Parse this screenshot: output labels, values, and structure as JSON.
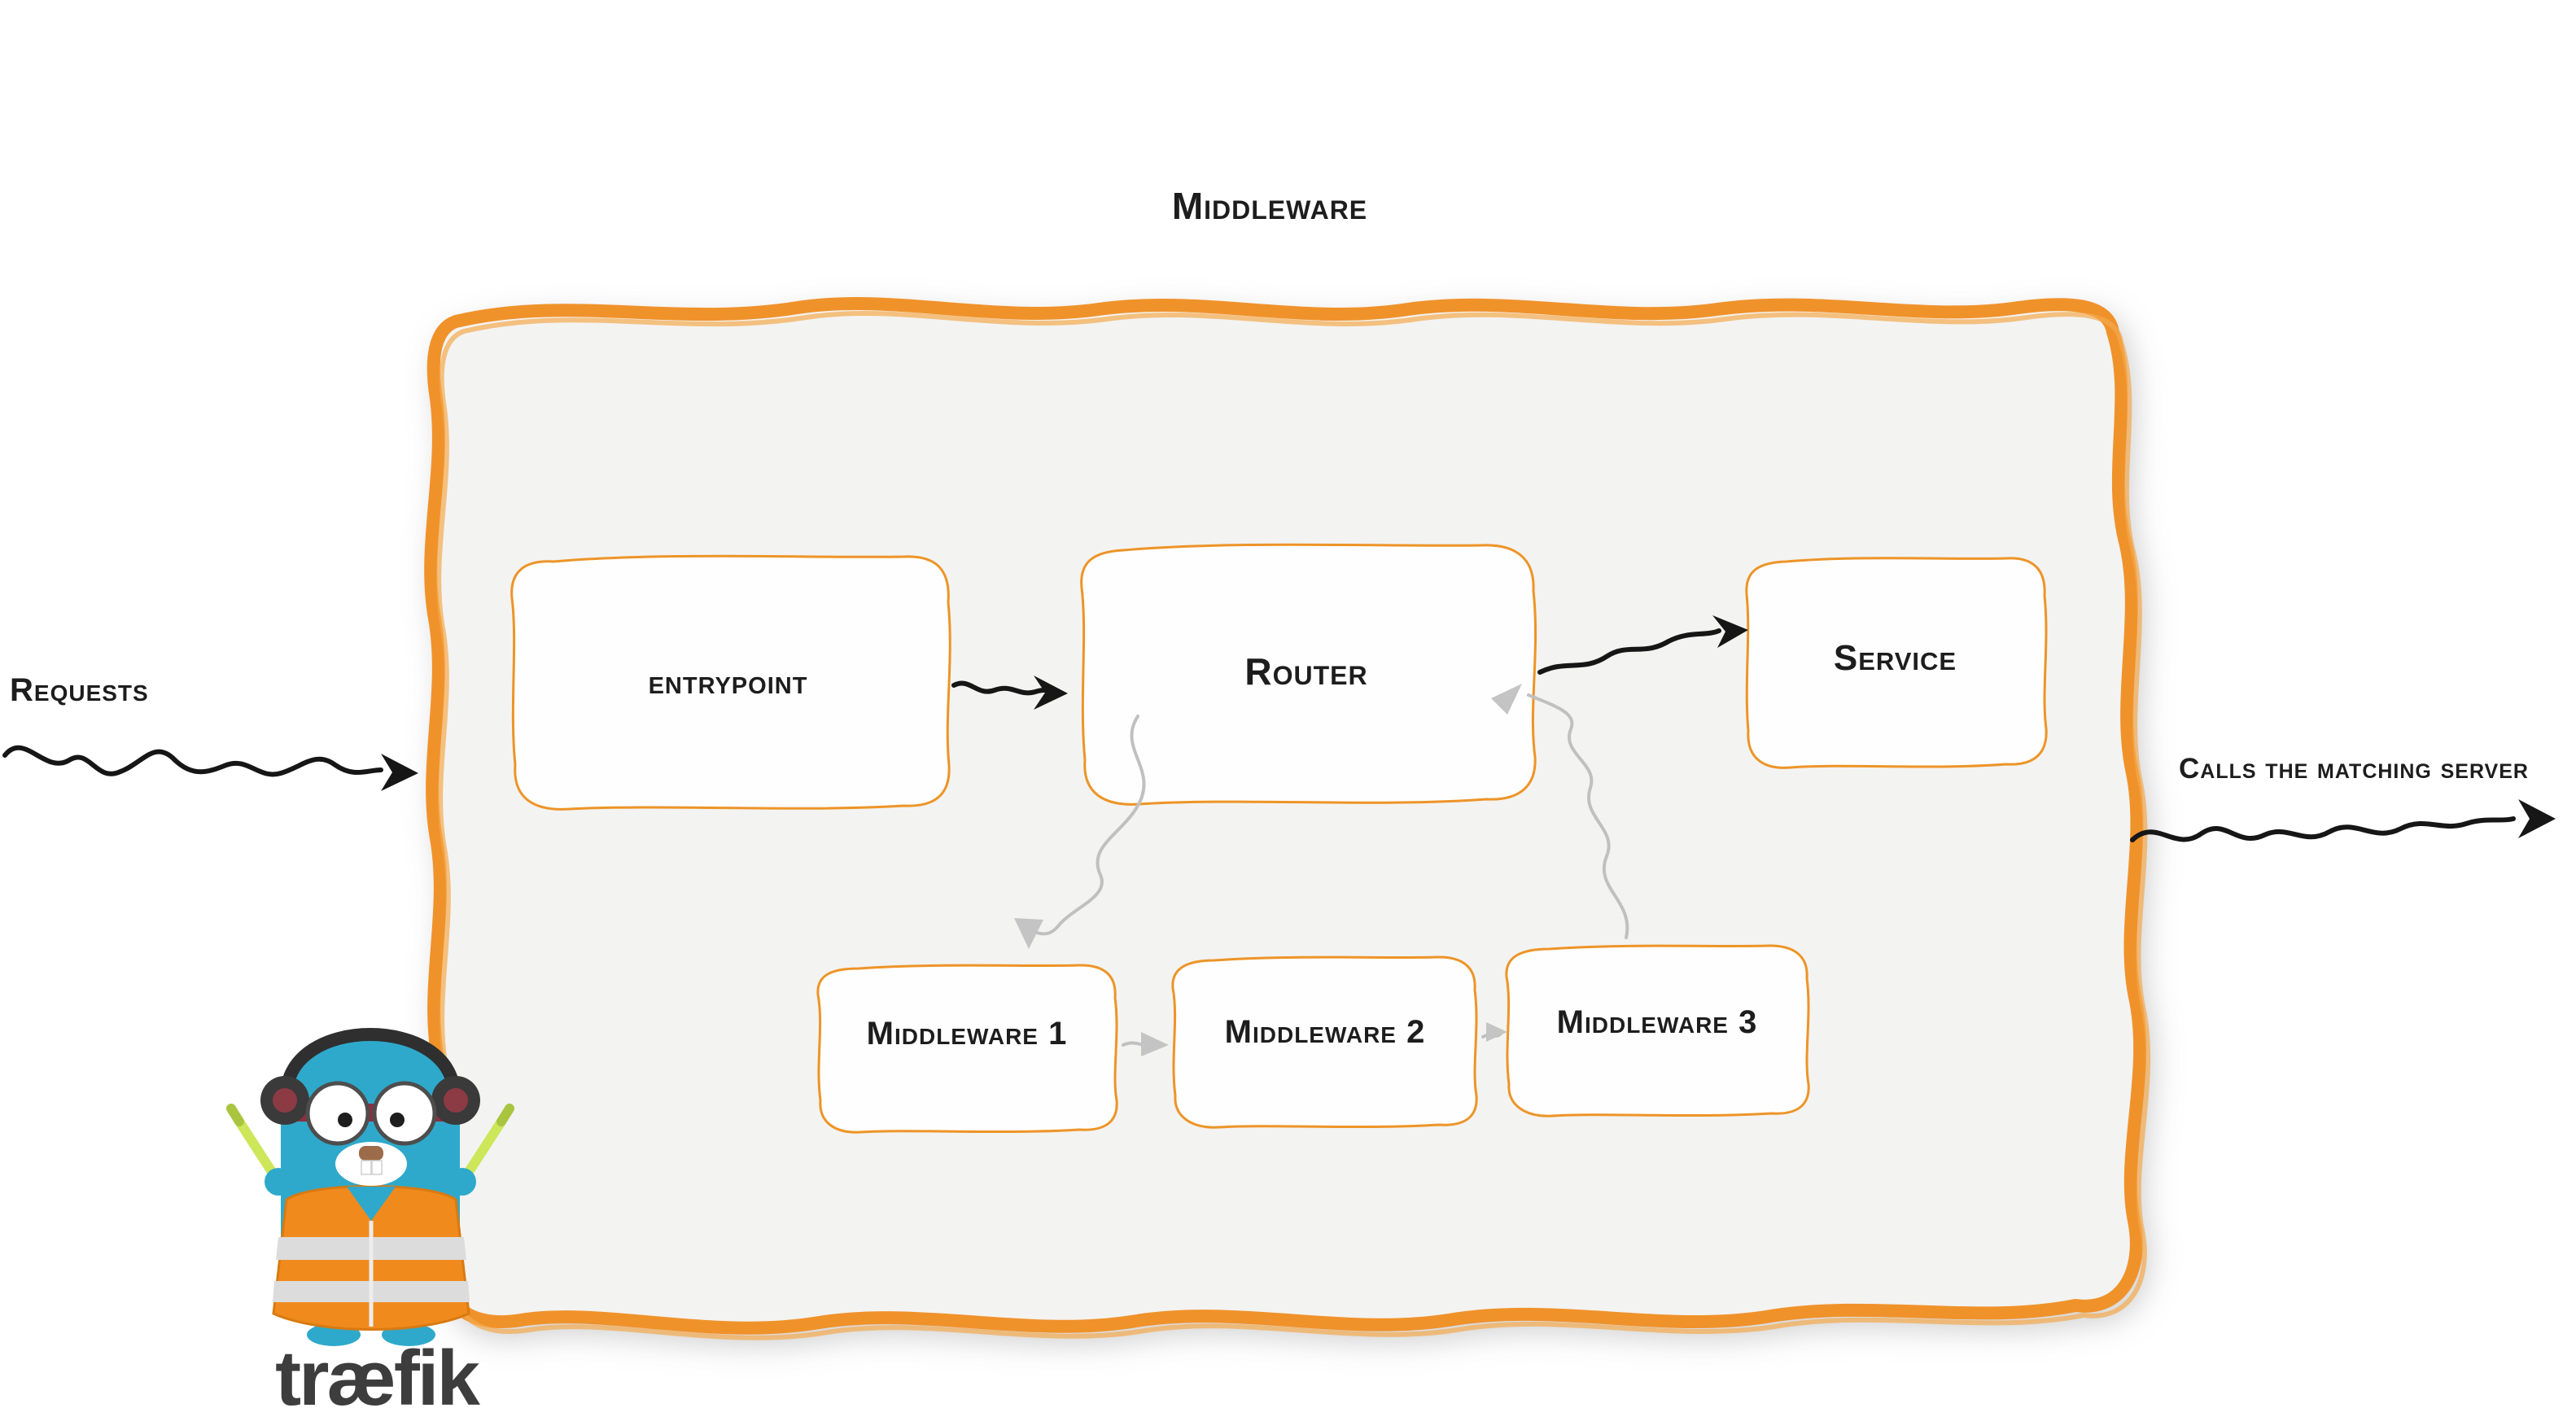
{
  "diagram": {
    "title": "Middleware",
    "nodes": {
      "entrypoint": {
        "label": "entrypoint"
      },
      "router": {
        "label": "Router"
      },
      "service": {
        "label": "Service"
      },
      "middleware1": {
        "label": "Middleware 1"
      },
      "middleware2": {
        "label": "Middleware 2"
      },
      "middleware3": {
        "label": "Middleware 3"
      }
    },
    "annotations": {
      "requests": "Requests",
      "calls_matching_server": "Calls the matching server"
    },
    "logo": {
      "wordmark": "træfik"
    },
    "colors": {
      "panel_border": "#F0922B",
      "panel_fill": "#F3F3F2",
      "node_border": "#ED9427",
      "arrow_dark": "#161616",
      "arrow_gray": "#C0C0C0",
      "gopher_body": "#2EA9CB",
      "vest_orange": "#F18A1D",
      "wordmark_color": "#3D3D3D"
    }
  }
}
